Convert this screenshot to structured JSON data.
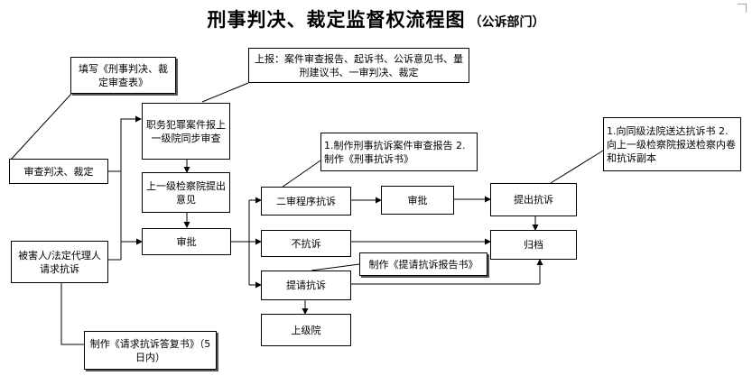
{
  "title": {
    "main": "刑事判决、裁定监督权流程图",
    "sub": "（公诉部门）"
  },
  "nodes": {
    "review_judgment": "审查判决、裁定",
    "fill_form": "填写《刑事判决、裁定审查表》",
    "duty_crime": "职务犯罪案件报上一级院同步审查",
    "report": "上报：案件审查报告、起诉书、公诉意见书、量刑建议书、一审判决、裁定",
    "upper_opinion": "上一级检察院提出意见",
    "approve_main": "审批",
    "victim_request": "被害人/法定代理人请求抗诉",
    "reply_letter": "制作《请求抗诉答复书》（5日内）",
    "make_report": "1.制作刑事抗诉案件审查报告 2.制作《刑事抗诉书》",
    "second_protest": "二审程序抗诉",
    "approve2": "审批",
    "file_protest": "提出抗诉",
    "send_copies": "1.向同级法院送达抗诉书 2.向上一级检察院报送检察内卷和抗诉副本",
    "no_protest": "不抗诉",
    "archive": "归档",
    "make_request_report": "制作《提请抗诉报告书》",
    "submit_protest": "提请抗诉",
    "upper_court": "上级院"
  }
}
